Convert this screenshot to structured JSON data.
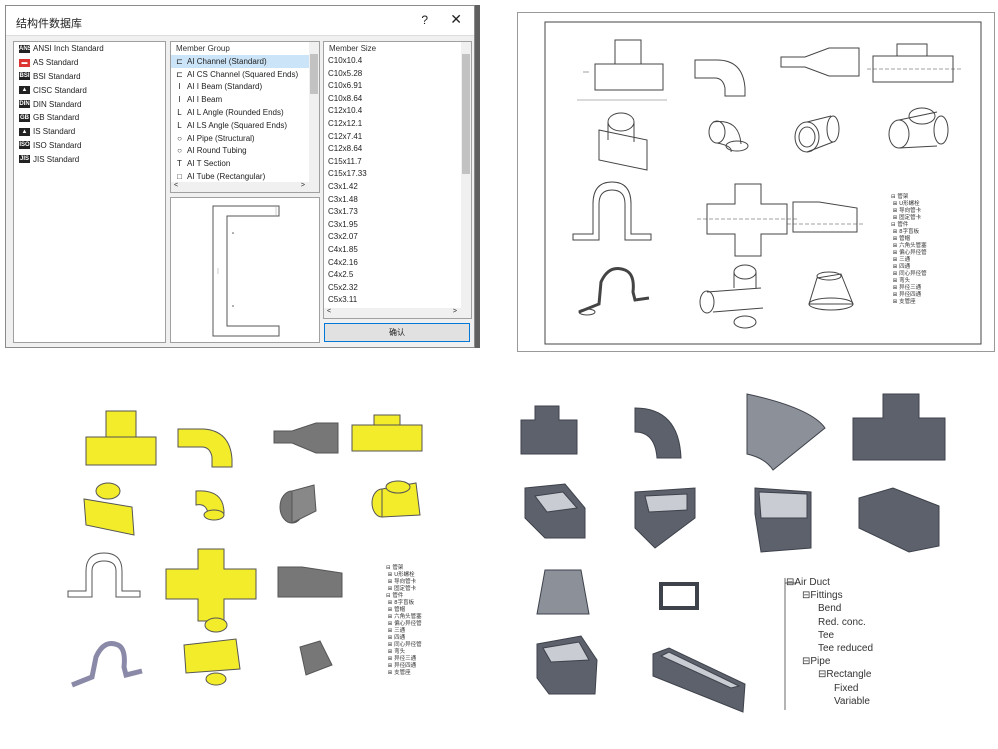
{
  "dialog": {
    "title": "结构件数据库",
    "help_glyph": "?",
    "close_glyph": "✕",
    "standards": [
      {
        "label": "ANSI Inch Standard",
        "icon": "ansi-icon",
        "badge": "ANSI"
      },
      {
        "label": "AS Standard",
        "icon": "as-icon",
        "badge": "▬"
      },
      {
        "label": "BSI Standard",
        "icon": "bsi-icon",
        "badge": "BSI"
      },
      {
        "label": "CISC Standard",
        "icon": "cisc-icon",
        "badge": "▲"
      },
      {
        "label": "DIN Standard",
        "icon": "din-icon",
        "badge": "DIN"
      },
      {
        "label": "GB Standard",
        "icon": "gb-icon",
        "badge": "GB"
      },
      {
        "label": "IS Standard",
        "icon": "is-icon",
        "badge": "▲"
      },
      {
        "label": "ISO Standard",
        "icon": "iso-icon",
        "badge": "ISO"
      },
      {
        "label": "JIS Standard",
        "icon": "jis-icon",
        "badge": "JIS"
      }
    ],
    "member_group": {
      "header": "Member Group",
      "items": [
        {
          "label": "AI Channel (Standard)",
          "glyph": "⊏"
        },
        {
          "label": "AI CS Channel (Squared Ends)",
          "glyph": "⊏"
        },
        {
          "label": "AI I Beam (Standard)",
          "glyph": "I"
        },
        {
          "label": "AI I Beam",
          "glyph": "I"
        },
        {
          "label": "AI L Angle (Rounded Ends)",
          "glyph": "L"
        },
        {
          "label": "AI LS Angle (Squared Ends)",
          "glyph": "L"
        },
        {
          "label": "AI Pipe (Structural)",
          "glyph": "○"
        },
        {
          "label": "AI Round Tubing",
          "glyph": "○"
        },
        {
          "label": "AI T Section",
          "glyph": "T"
        },
        {
          "label": "AI Tube (Rectangular)",
          "glyph": "□"
        }
      ],
      "selected_index": 0,
      "scroll_left": "<",
      "scroll_right": ">"
    },
    "member_size": {
      "header": "Member Size",
      "items": [
        "C10x10.4",
        "C10x5.28",
        "C10x6.91",
        "C10x8.64",
        "C12x10.4",
        "C12x12.1",
        "C12x7.41",
        "C12x8.64",
        "C15x11.7",
        "C15x17.33",
        "C3x1.42",
        "C3x1.48",
        "C3x1.73",
        "C3x1.95",
        "C3x2.07",
        "C4x1.85",
        "C4x2.16",
        "C4x2.5",
        "C5x2.32",
        "C5x3.11"
      ],
      "scroll_left": "<",
      "scroll_right": ">"
    },
    "ok_label": "确认"
  },
  "pipe_tree": {
    "items": [
      "⊟ 管架",
      "  ⊞ U形螺栓",
      "  ⊞ 导向管卡",
      "  ⊞ 固定管卡",
      "⊟ 管件",
      "  ⊞ 8字盲板",
      "  ⊞ 管帽",
      "  ⊞ 六角头管塞",
      "  ⊞ 偏心异径管",
      "  ⊞ 三通",
      "  ⊞ 四通",
      "  ⊞ 同心异径管",
      "  ⊞ 弯头",
      "  ⊞ 异径三通",
      "  ⊞ 异径四通",
      "  ⊞ 支管座"
    ]
  },
  "duct_tree": {
    "items": [
      {
        "label": "Air Duct",
        "prefix": "⊟",
        "level": 0
      },
      {
        "label": "Fittings",
        "prefix": "⊟",
        "level": 1
      },
      {
        "label": "Bend",
        "prefix": "",
        "level": 2
      },
      {
        "label": "Red. conc.",
        "prefix": "",
        "level": 2
      },
      {
        "label": "Tee",
        "prefix": "",
        "level": 2
      },
      {
        "label": "Tee reduced",
        "prefix": "",
        "level": 2
      },
      {
        "label": "Pipe",
        "prefix": "⊟",
        "level": 1
      },
      {
        "label": "Rectangle",
        "prefix": "⊟",
        "level": 2
      },
      {
        "label": "Fixed",
        "prefix": "",
        "level": 3
      },
      {
        "label": "Variable",
        "prefix": "",
        "level": 3
      }
    ]
  },
  "colors": {
    "fitting_yellow": "#f2ec2a",
    "duct_gray": "#5d616c",
    "duct_light": "#c9ccd2",
    "selection": "#cce4f7",
    "accent_blue": "#0078d7"
  }
}
